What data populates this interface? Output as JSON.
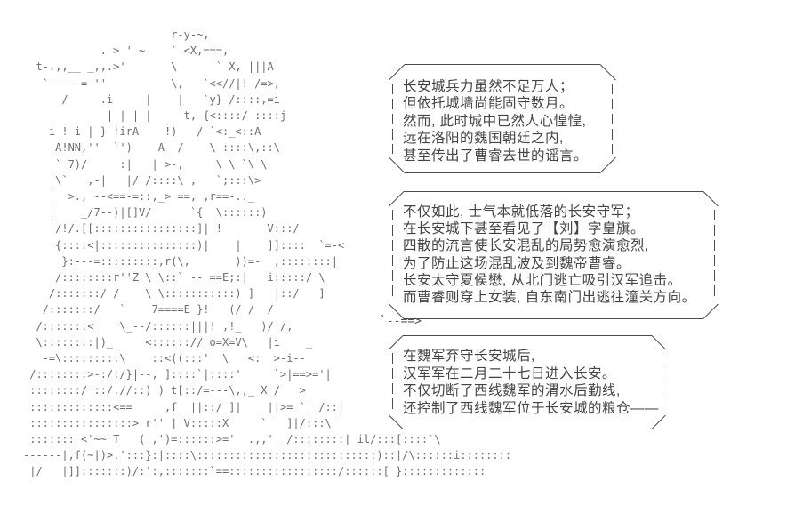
{
  "scene": {
    "background_color": "#ffffff",
    "bubble_text_color": "#444444",
    "bubble_line_color": "#4d4d4d",
    "ascii_art_color": "#6e6e6e"
  },
  "ascii_art": {
    "tail": "`--==>",
    "lines": [
      "                       r-y-~,",
      "            . > ' ~    ` <X,===,",
      "  t-.,,__ _,,.>'       \\      ` X, |||A",
      "   `-- - =-''          \\,   `<<//|! /=>,",
      "      /     .i     |    |   `y} /::::,=i",
      "             | | | |     t, {<::::/ ::::j",
      "    i ! i | } !irA    !)   / `<:_<::A",
      "    |A!NN,''  `')    A  /    \\ ::::\\,::\\",
      "     ` 7)/     :|   | >-,     \\ \\ `\\ \\",
      "    |\\`   ,-|   |/ /::::\\ ,   `;:::\\>",
      "    |  >., --<==-=::,_> ==, ,r==-.._",
      "    |    _/7--)|[]V/      `{  \\::::::)",
      "    |/!/.[[::::::::::::::::]| !       V:::/",
      "     {::::<|:::::::::::::::)|    |    ]]::::  `=-<",
      "      }:---=:::::::::,r(\\,       ))=-  ,::::::::|",
      "     /::::::::r''Z \\ \\::` -- ==E;:|   i:::::/ \\",
      "    /:::::::/ /    \\ \\:::::::::::) ]   |::/   ]",
      "   /:::::::/   `    7====E }!   (/ /  /",
      "  /:::::::<    \\_--/::::::|||! ,!_   )/ /,",
      "  \\::::::::|)_     <::::::// o=X=V\\   |i    _",
      "   -=\\:::::::::\\    ::<((:::'  \\   <:  >-i--",
      " /::::::::>-:/:/}|--, ]::::`|::::'     `>|==>='|",
      " ::::::::/ ::/.//::) ) t[::/=---\\,,_ X /   >",
      " :::::::::::::<==     ,f  ||::/ ]|    ||>= `| /::|",
      " ::::::::::::::::> r'' | V:::::X     `   ]|/:::\\",
      " ::::::: <'~~ T   ( ,')=::::::>='  .,,' _/::::::::| il/:::[::::`\\",
      "------|,f(~|)>.':::}:|::::\\::::::::::::::::::::::::::::)::|/\\::::::i::::::::",
      " |/   |]]:::::::)/:':,:::::::`==:::::::::::::::::/::::::[ }:::::::::::::"
    ]
  },
  "bubbles": [
    {
      "name": "bubble-1",
      "lines": [
        "长安城兵力虽然不足万人；",
        "但依托城墙尚能固守数月。",
        "然而, 此时城中已然人心惶惶,",
        "远在洛阳的魏国朝廷之内,",
        "甚至传出了曹睿去世的谣言。"
      ]
    },
    {
      "name": "bubble-2",
      "lines": [
        "不仅如此, 士气本就低落的长安守军；",
        "在长安城下甚至看见了【刘】字皇旗。",
        "四散的流言使长安混乱的局势愈演愈烈,",
        "为了防止这场混乱波及到魏帝曹睿。",
        "长安太守夏侯懋, 从北门逃亡吸引汉军追击。",
        "而曹睿则穿上女装, 自东南门出逃往潼关方向。"
      ]
    },
    {
      "name": "bubble-3",
      "lines": [
        "在魏军弃守长安城后,",
        "汉军军在二月二十七日进入长安。",
        "不仅切断了西线魏军的渭水后勤线,",
        "还控制了西线魏军位于长安城的粮仓——"
      ]
    }
  ]
}
